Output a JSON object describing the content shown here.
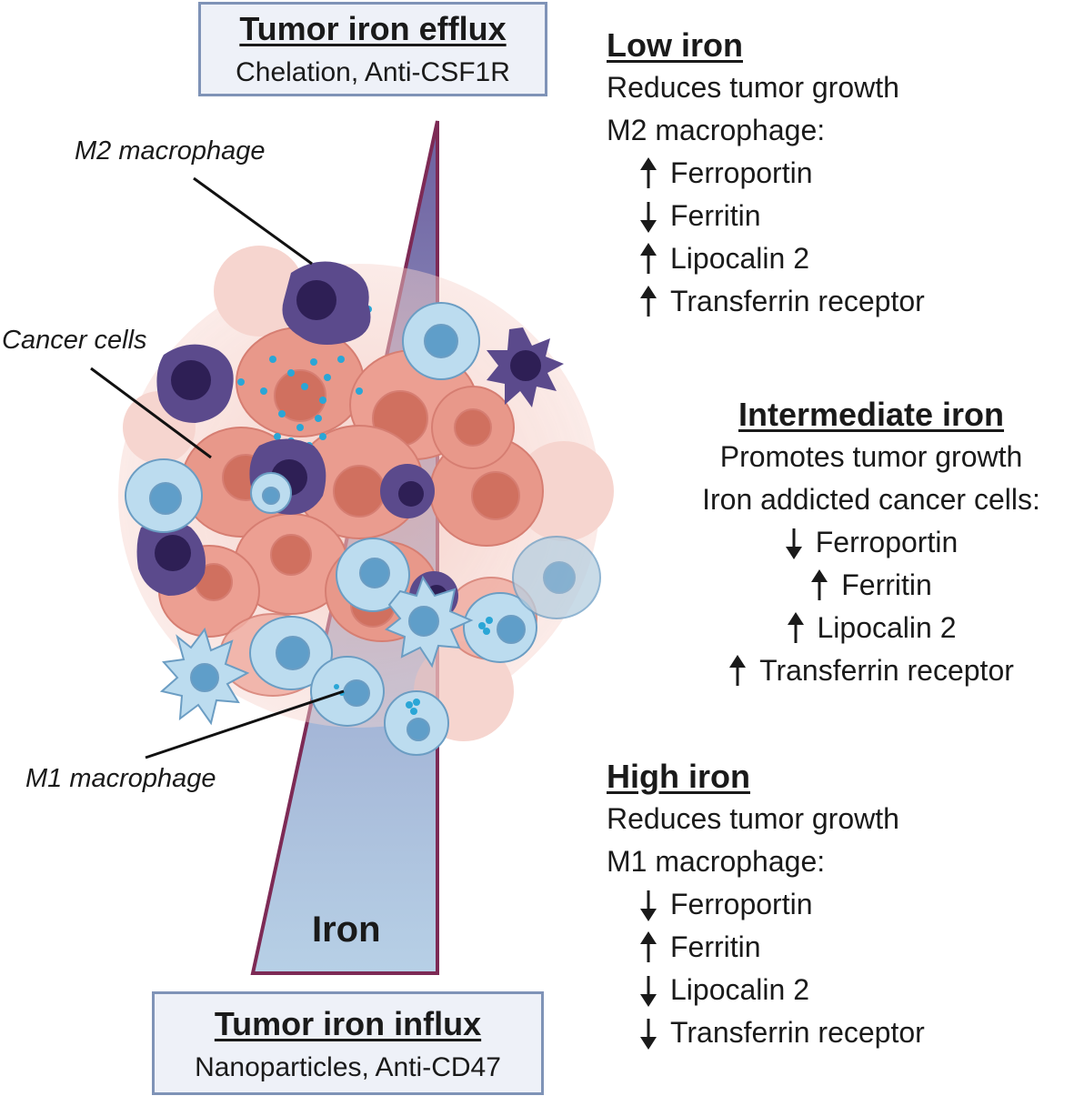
{
  "top_box": {
    "title": "Tumor iron efflux",
    "subtitle": "Chelation, Anti-CSF1R"
  },
  "bottom_box": {
    "title": "Tumor iron influx",
    "subtitle": "Nanoparticles, Anti-CD47"
  },
  "labels": {
    "m2": "M2 macrophage",
    "cancer": "Cancer cells",
    "m1": "M1 macrophage",
    "iron": "Iron"
  },
  "low": {
    "head": "Low iron",
    "effect": "Reduces tumor growth",
    "cell": "M2 macrophage:",
    "items": [
      {
        "dir": "up",
        "text": "Ferroportin"
      },
      {
        "dir": "down",
        "text": "Ferritin"
      },
      {
        "dir": "up",
        "text": "Lipocalin 2"
      },
      {
        "dir": "up",
        "text": "Transferrin receptor"
      }
    ]
  },
  "mid": {
    "head": "Intermediate iron",
    "effect": "Promotes tumor growth",
    "cell": "Iron addicted cancer cells:",
    "items": [
      {
        "dir": "down",
        "text": "Ferroportin"
      },
      {
        "dir": "up",
        "text": "Ferritin"
      },
      {
        "dir": "up",
        "text": "Lipocalin 2"
      },
      {
        "dir": "up",
        "text": "Transferrin receptor"
      }
    ]
  },
  "high": {
    "head": "High iron",
    "effect": "Reduces tumor growth",
    "cell": "M1 macrophage:",
    "items": [
      {
        "dir": "down",
        "text": "Ferroportin"
      },
      {
        "dir": "up",
        "text": "Ferritin"
      },
      {
        "dir": "down",
        "text": "Lipocalin 2"
      },
      {
        "dir": "down",
        "text": "Transferrin receptor"
      }
    ]
  },
  "colors": {
    "wedge_top": "#6e5f9e",
    "wedge_bottom": "#b7d0e6",
    "wedge_border": "#7d2a55",
    "cancer_cell": "#e8988a",
    "m2_cell": "#5b4a8c",
    "m1_cell": "#bcdcef",
    "iron_dot": "#2aa6d6"
  }
}
